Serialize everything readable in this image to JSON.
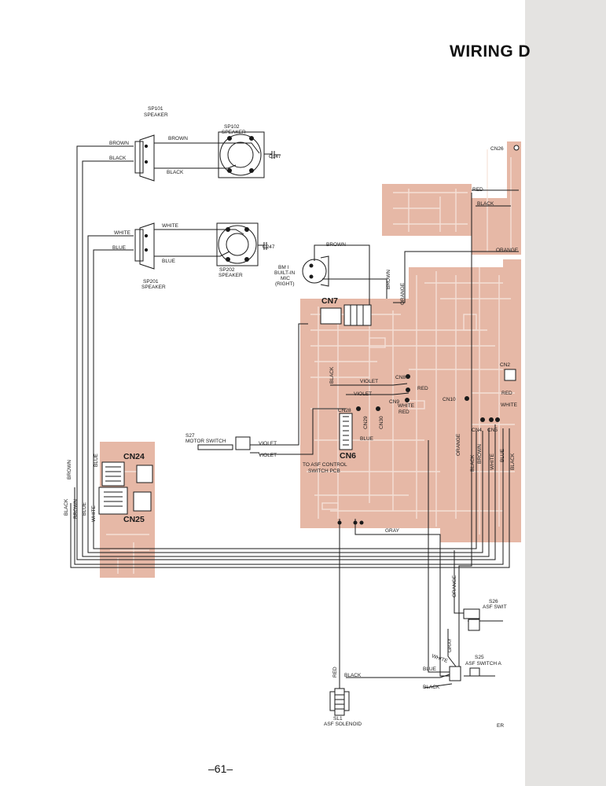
{
  "document": {
    "title": "WIRING D",
    "page_number": "–61–"
  },
  "speakers": {
    "sp101": {
      "ref": "SP101",
      "name": "SPEAKER"
    },
    "sp102": {
      "ref": "SP102",
      "name": "SPEAKER"
    },
    "sp201": {
      "ref": "SP201",
      "name": "SPEAKER"
    },
    "sp202": {
      "ref": "SP202",
      "name": "SPEAKER"
    },
    "c147": "C147",
    "c247": "C247"
  },
  "mic": {
    "ref": "BM I",
    "line1": "BUILT-IN",
    "line2": "MIC",
    "line3": "(RIGHT)"
  },
  "switches": {
    "s27": {
      "ref": "S27",
      "name": "MOTOR SWITCH"
    },
    "s26": {
      "ref": "S26",
      "name": "ASF SWIT"
    },
    "s25": {
      "ref": "S25",
      "name": "ASF SWITCH A"
    },
    "sl1": {
      "ref": "SL1",
      "name": "ASF SOLENOID"
    }
  },
  "connectors": {
    "cn24": "CN24",
    "cn25": "CN25",
    "cn7": "CN7",
    "cn6": "CN6",
    "cn6_line1": "TO ASF CONTROL",
    "cn6_line2": "SWITCH PCB",
    "cn8": "CN8",
    "cn9": "CN9",
    "cn10": "CN10",
    "cn28": "CN28",
    "cn29": "CN29",
    "cn30": "CN30",
    "cn4": "CN4",
    "cn5": "CN5",
    "cn26": "CN26",
    "cn2_partial": "CN2",
    "er_partial": "ER"
  },
  "wire_labels": {
    "brown": "BROWN",
    "black": "BLACK",
    "white": "WHITE",
    "blue": "BLUE",
    "red": "RED",
    "orange": "ORANGE",
    "violet": "VIOLET",
    "gray": "GRAY"
  },
  "colors": {
    "paper": "#ffffff",
    "pcb": "#e6b8a6",
    "pcb_trace": "#f6e4dc",
    "ink": "#1a1a1a"
  }
}
